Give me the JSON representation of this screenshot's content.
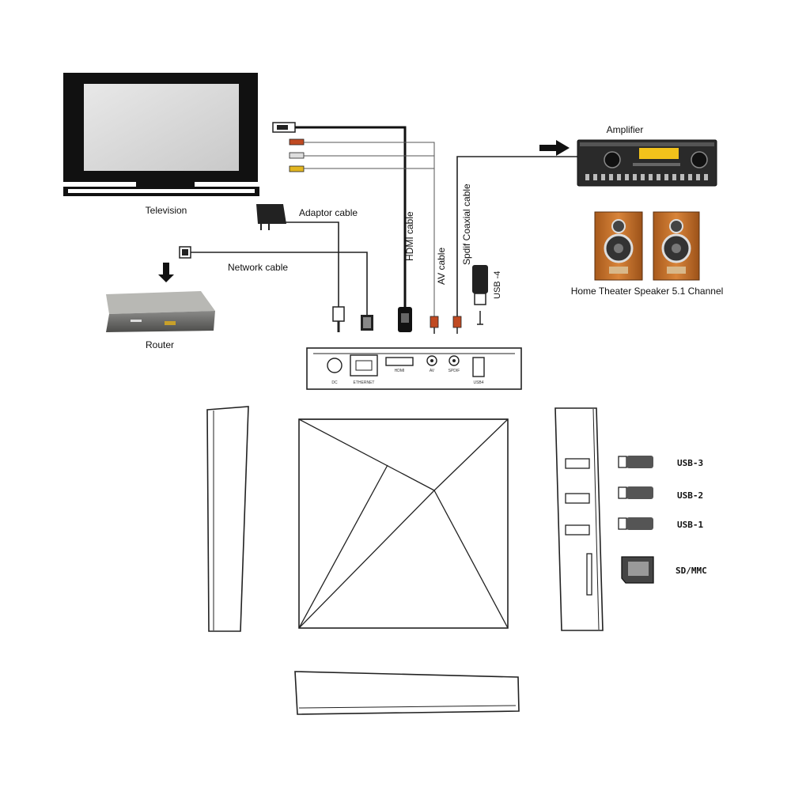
{
  "devices": {
    "television": "Television",
    "router": "Router",
    "amplifier": "Amplifier",
    "speakers": "Home Theater Speaker 5.1 Channel"
  },
  "cables": {
    "adaptor": "Adaptor cable",
    "network": "Network cable",
    "hdmi": "HDMI cable",
    "av": "AV cable",
    "spdif": "Spdif Coaxial cable",
    "usb4": "USB -4"
  },
  "side_ports": {
    "usb3": "USB-3",
    "usb2": "USB-2",
    "usb1": "USB-1",
    "sdmmc": "SD/MMC"
  },
  "back_panel": {
    "dc": "DC",
    "ethernet": "ETHERNET",
    "hdmi": "HDMI",
    "av": "AV",
    "spdif": "SPDIF",
    "usb4": "USB4"
  },
  "colors": {
    "outline": "#222222",
    "tv_frame": "#111111",
    "speaker_wood": "#c8742a",
    "amp_display": "#f2c21b"
  }
}
